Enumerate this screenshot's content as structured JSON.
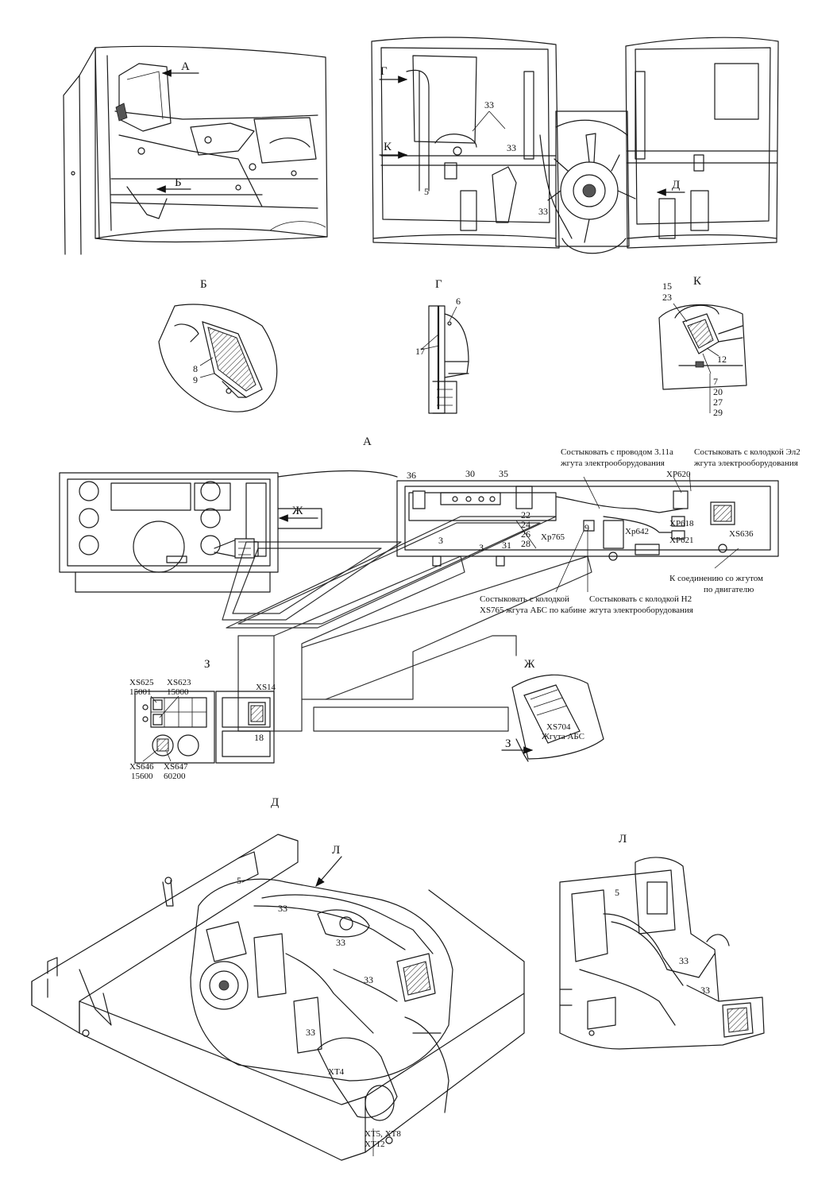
{
  "views": {
    "a": "А",
    "b": "Б",
    "g": "Г",
    "k": "К",
    "d": "Д",
    "zh": "Ж",
    "z": "З",
    "l": "Л"
  },
  "callouts": {
    "n33": "33",
    "n5": "5",
    "n6": "6",
    "n17": "17",
    "n8": "8",
    "n9": "9",
    "n15": "15",
    "n23": "23",
    "n12": "12",
    "n7": "7",
    "n20": "20",
    "n27": "27",
    "n29": "29",
    "n36": "36",
    "n30": "30",
    "n35": "35",
    "n22": "22",
    "n24": "24",
    "n26": "26",
    "n28": "28",
    "n3": "3",
    "n31": "31",
    "n18": "18",
    "z3": "З"
  },
  "connectors": {
    "xp620": "XP620",
    "xp618": "XP618",
    "xp621": "XP621",
    "xs636": "XS636",
    "xp642": "Xp642",
    "xp765": "Xp765",
    "xs625": "XS625",
    "xs625_code": "15001",
    "xs623": "XS623",
    "xs623_code": "15000",
    "xs14": "XS14",
    "xs646": "XS646",
    "xs646_code": "15600",
    "xs647": "XS647",
    "xs647_code": "60200",
    "xs704": "XS704",
    "xs704_note": "Жгута АБС",
    "xt4": "XT4",
    "xt5_xt8": "XT5, XT8",
    "xt12": "XT12"
  },
  "notes": {
    "wire_311a_l1": "Состыковать с проводом 3.11а",
    "wire_311a_l2": "жгута электрооборудования",
    "el2_l1": "Состыковать с колодкой Эл2",
    "el2_l2": "жгута электрооборудования",
    "xs765_l1": "Состыковать с колодкой",
    "xs765_l2": "XS765 жгута АБС по кабине",
    "h2_l1": "Состыковать с колодкой Н2",
    "h2_l2": "жгута электрооборудования",
    "engine_l1": "К соединению со жгутом",
    "engine_l2": "по двигателю"
  }
}
